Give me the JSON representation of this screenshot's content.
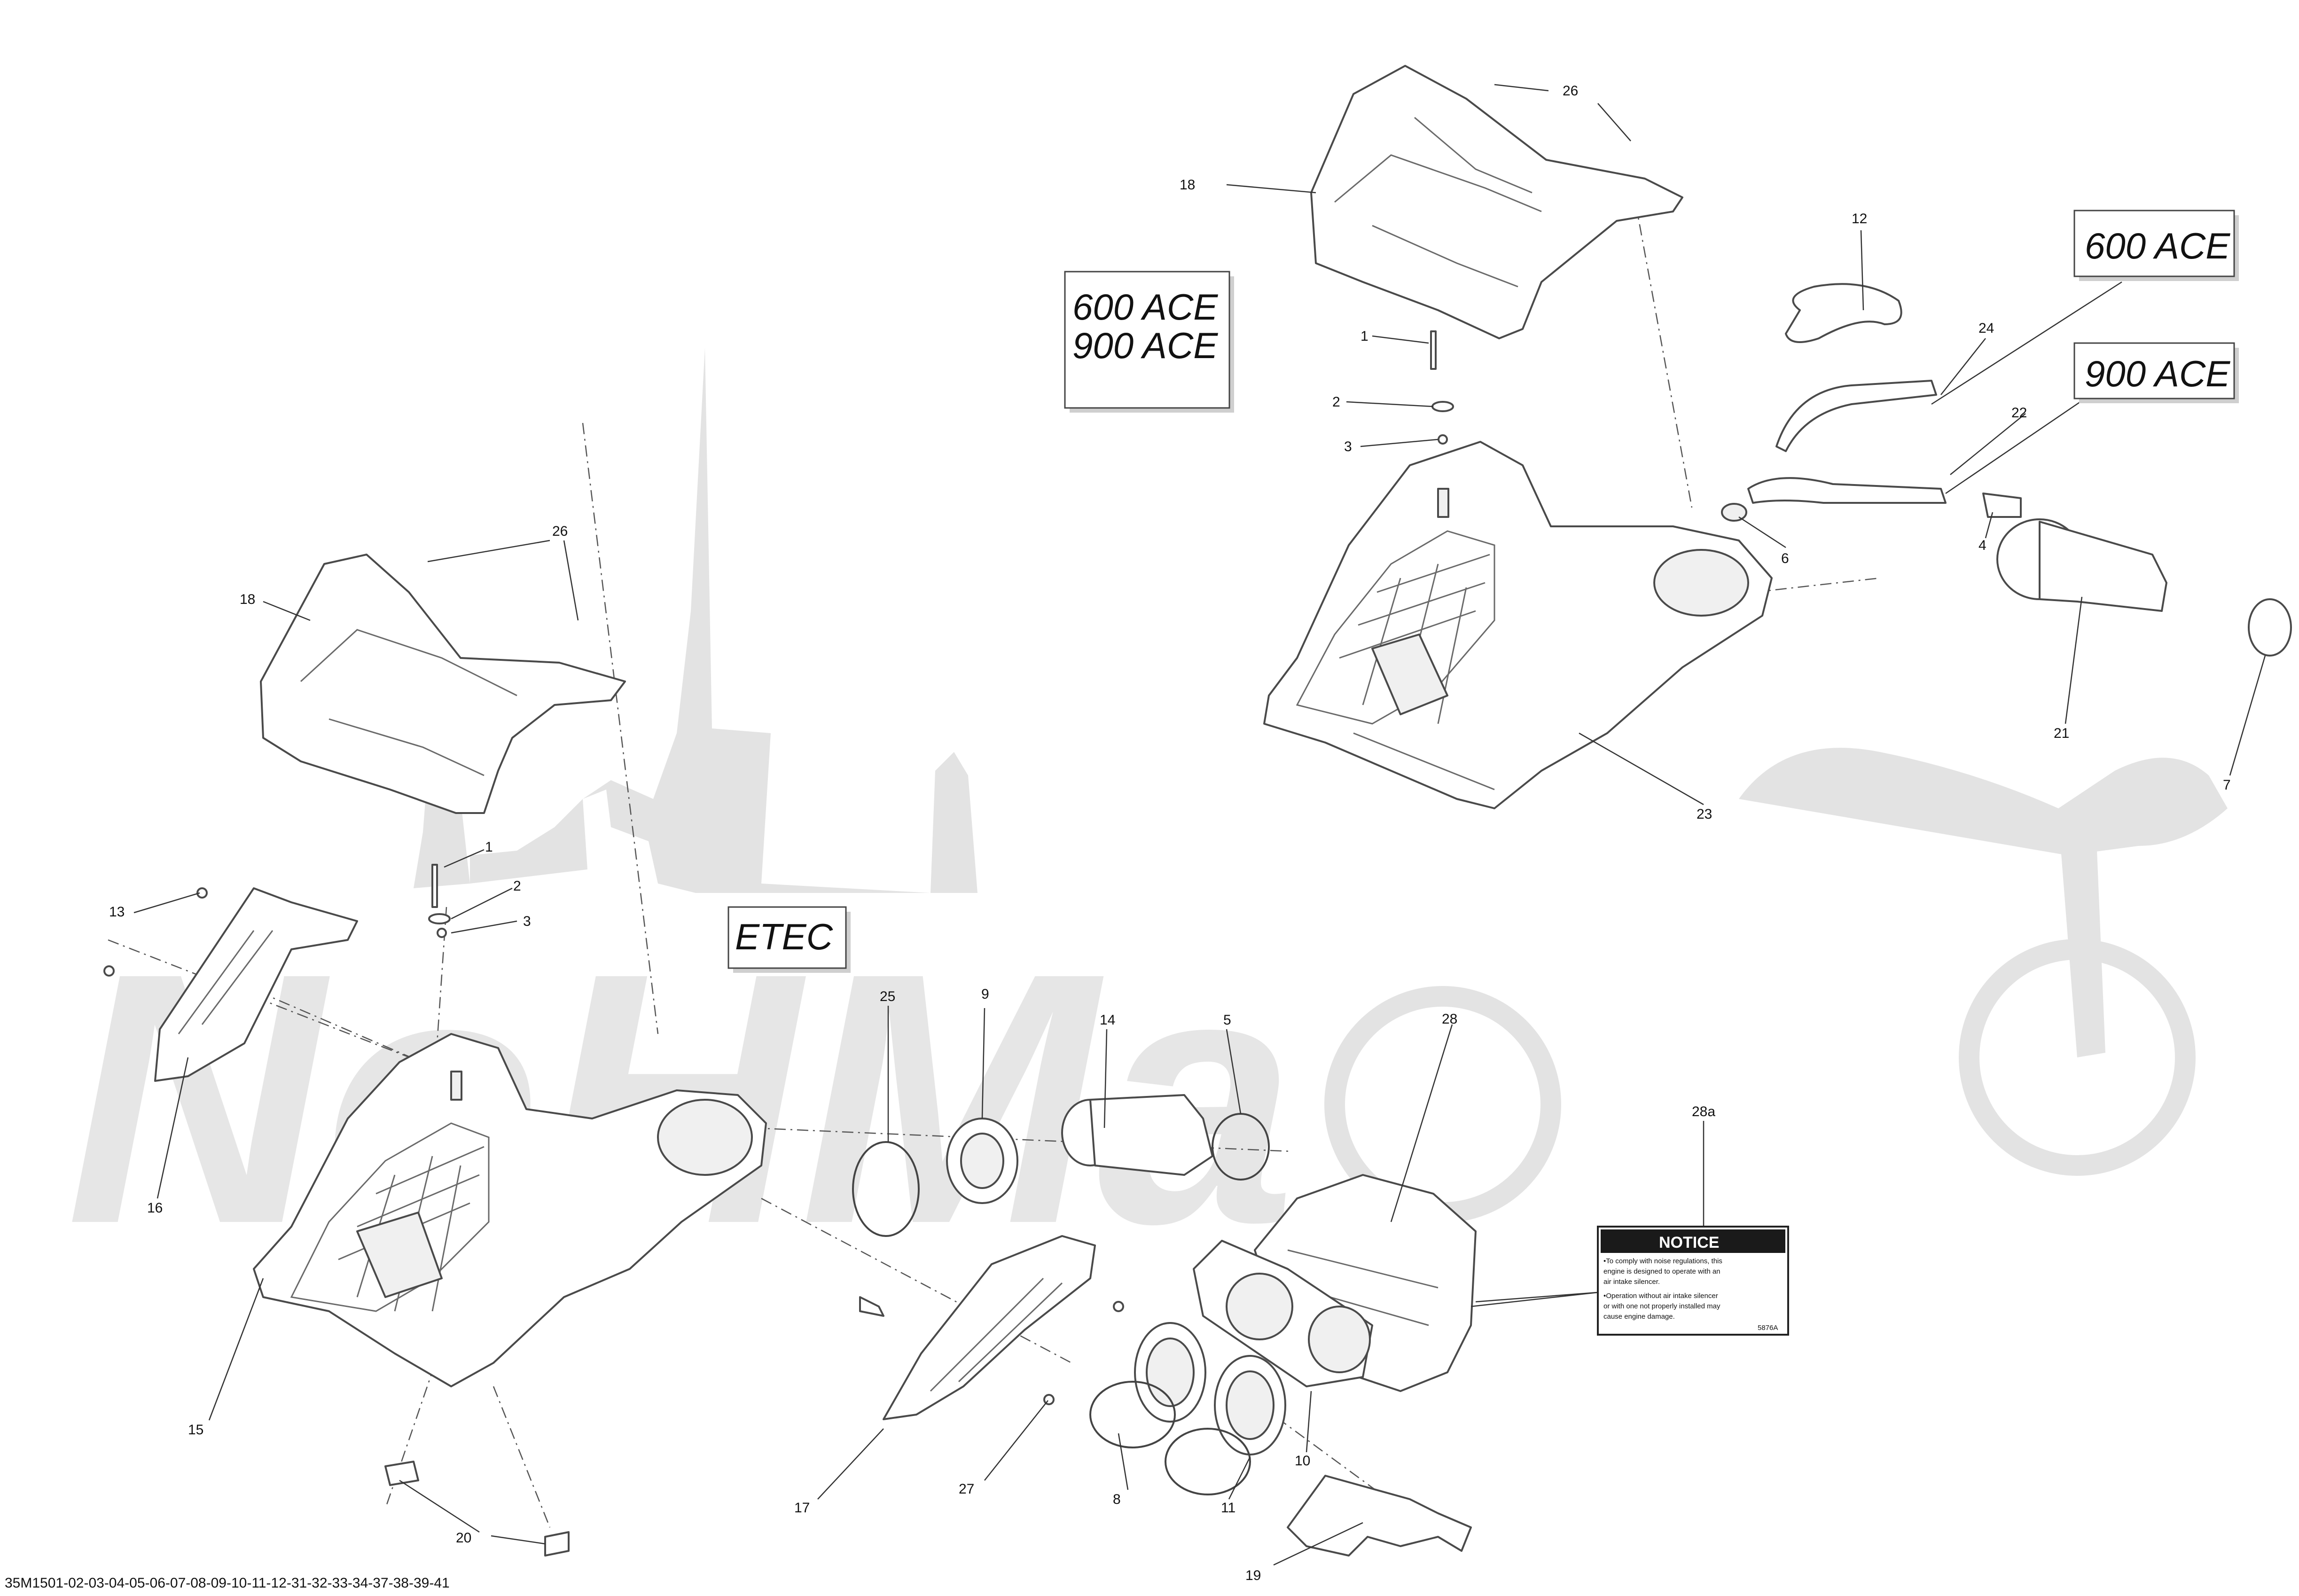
{
  "diagram": {
    "footer_code": "35M1501-02-03-04-05-06-07-08-09-10-11-12-31-32-33-34-37-38-39-41",
    "boxes": {
      "etec": "ETEC",
      "ace_both_line1": "600 ACE",
      "ace_both_line2": "900 ACE",
      "ace600": "600 ACE",
      "ace900": "900 ACE"
    },
    "notice": {
      "title": "NOTICE",
      "lines": [
        "•To comply with noise regulations, this",
        "engine is designed to operate with an",
        "air intake silencer.",
        "•Operation without air intake silencer",
        "or with one not properly installed may",
        "cause engine damage."
      ],
      "code": "5876A"
    },
    "callouts": {
      "c26a": "26",
      "c18a": "18",
      "c12": "12",
      "c24": "24",
      "c1a": "1",
      "c2a": "2",
      "c3a": "3",
      "c22": "22",
      "c6": "6",
      "c4": "4",
      "c21": "21",
      "c7": "7",
      "c23": "23",
      "c26b": "26",
      "c18b": "18",
      "c1b": "1",
      "c2b": "2",
      "c3b": "3",
      "c13": "13",
      "c16": "16",
      "c25": "25",
      "c9": "9",
      "c14": "14",
      "c5": "5",
      "c28": "28",
      "c28a": "28a",
      "c15": "15",
      "c17": "17",
      "c27": "27",
      "c8": "8",
      "c11": "11",
      "c10": "10",
      "c20": "20",
      "c19": "19"
    },
    "watermark_text": "NoHMa"
  }
}
